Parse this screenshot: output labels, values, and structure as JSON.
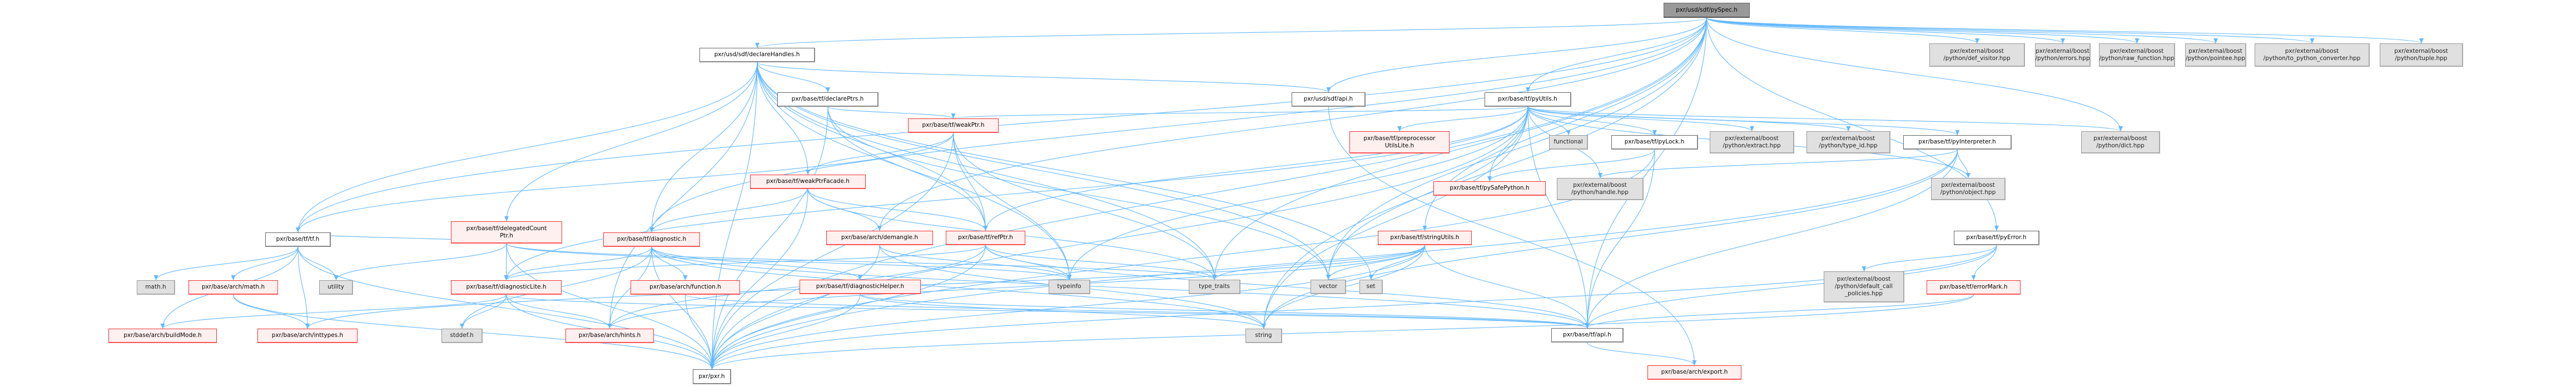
{
  "diagram": {
    "title": "pxr/usd/sdf/pySpec.h include dependency graph",
    "colors": {
      "edge": "#63b8ff",
      "root_fill": "#999999",
      "red_border": "#ff0000",
      "red_fill": "#fff0f0",
      "sys_fill": "#e0e0e0"
    },
    "nodes": [
      {
        "id": "pySpec",
        "label": "pxr/usd/sdf/pySpec.h",
        "kind": "root"
      },
      {
        "id": "declareHandles",
        "label": "pxr/usd/sdf/declareHandles.h",
        "kind": "plain"
      },
      {
        "id": "def_visitor",
        "label": "pxr/external/boost\n/python/def_visitor.hpp",
        "kind": "sys"
      },
      {
        "id": "errors",
        "label": "pxr/external/boost\n/python/errors.hpp",
        "kind": "sys"
      },
      {
        "id": "raw_function",
        "label": "pxr/external/boost\n/python/raw_function.hpp",
        "kind": "sys"
      },
      {
        "id": "pointee",
        "label": "pxr/external/boost\n/python/pointee.hpp",
        "kind": "sys"
      },
      {
        "id": "to_python_converter",
        "label": "pxr/external/boost\n/python/to_python_converter.hpp",
        "kind": "sys"
      },
      {
        "id": "tuple",
        "label": "pxr/external/boost\n/python/tuple.hpp",
        "kind": "sys"
      },
      {
        "id": "sdfApi",
        "label": "pxr/usd/sdf/api.h",
        "kind": "plain"
      },
      {
        "id": "pyUtils",
        "label": "pxr/base/tf/pyUtils.h",
        "kind": "plain"
      },
      {
        "id": "declarePtrs",
        "label": "pxr/base/tf/declarePtrs.h",
        "kind": "plain"
      },
      {
        "id": "preprocessorUtilsLite",
        "label": "pxr/base/tf/preprocessor\nUtilsLite.h",
        "kind": "red"
      },
      {
        "id": "functional",
        "label": "functional",
        "kind": "sys"
      },
      {
        "id": "pyLock",
        "label": "pxr/base/tf/pyLock.h",
        "kind": "plain"
      },
      {
        "id": "extract",
        "label": "pxr/external/boost\n/python/extract.hpp",
        "kind": "sys"
      },
      {
        "id": "type_id",
        "label": "pxr/external/boost\n/python/type_id.hpp",
        "kind": "sys"
      },
      {
        "id": "pyInterpreter",
        "label": "pxr/base/tf/pyInterpreter.h",
        "kind": "plain"
      },
      {
        "id": "dict",
        "label": "pxr/external/boost\n/python/dict.hpp",
        "kind": "sys"
      },
      {
        "id": "weakPtr",
        "label": "pxr/base/tf/weakPtr.h",
        "kind": "red"
      },
      {
        "id": "weakPtrFacade",
        "label": "pxr/base/tf/weakPtrFacade.h",
        "kind": "red"
      },
      {
        "id": "delegatedCountPtr",
        "label": "pxr/base/tf/delegatedCount\nPtr.h",
        "kind": "red"
      },
      {
        "id": "pySafePython",
        "label": "pxr/base/tf/pySafePython.h",
        "kind": "red"
      },
      {
        "id": "handle",
        "label": "pxr/external/boost\n/python/handle.hpp",
        "kind": "sys"
      },
      {
        "id": "object",
        "label": "pxr/external/boost\n/python/object.hpp",
        "kind": "sys"
      },
      {
        "id": "tf",
        "label": "pxr/base/tf/tf.h",
        "kind": "plain"
      },
      {
        "id": "diagnostic",
        "label": "pxr/base/tf/diagnostic.h",
        "kind": "red"
      },
      {
        "id": "demangle",
        "label": "pxr/base/arch/demangle.h",
        "kind": "red"
      },
      {
        "id": "refPtr",
        "label": "pxr/base/tf/refPtr.h",
        "kind": "red"
      },
      {
        "id": "stringUtils",
        "label": "pxr/base/tf/stringUtils.h",
        "kind": "red"
      },
      {
        "id": "pyError",
        "label": "pxr/base/tf/pyError.h",
        "kind": "plain"
      },
      {
        "id": "mathh",
        "label": "math.h",
        "kind": "sys"
      },
      {
        "id": "archMath",
        "label": "pxr/base/arch/math.h",
        "kind": "red"
      },
      {
        "id": "utility",
        "label": "utility",
        "kind": "sys"
      },
      {
        "id": "diagnosticLite",
        "label": "pxr/base/tf/diagnosticLite.h",
        "kind": "red"
      },
      {
        "id": "function",
        "label": "pxr/base/arch/function.h",
        "kind": "red"
      },
      {
        "id": "diagnosticHelper",
        "label": "pxr/base/tf/diagnosticHelper.h",
        "kind": "red"
      },
      {
        "id": "typeinfo",
        "label": "typeinfo",
        "kind": "sys"
      },
      {
        "id": "type_traits",
        "label": "type_traits",
        "kind": "sys"
      },
      {
        "id": "vector",
        "label": "vector",
        "kind": "sys"
      },
      {
        "id": "set",
        "label": "set",
        "kind": "sys"
      },
      {
        "id": "default_call_policies",
        "label": "pxr/external/boost\n/python/default_call\n_policies.hpp",
        "kind": "sys"
      },
      {
        "id": "errorMark",
        "label": "pxr/base/tf/errorMark.h",
        "kind": "red"
      },
      {
        "id": "buildMode",
        "label": "pxr/base/arch/buildMode.h",
        "kind": "red"
      },
      {
        "id": "inttypes",
        "label": "pxr/base/arch/inttypes.h",
        "kind": "red"
      },
      {
        "id": "stddef",
        "label": "stddef.h",
        "kind": "sys"
      },
      {
        "id": "hints",
        "label": "pxr/base/arch/hints.h",
        "kind": "red"
      },
      {
        "id": "string",
        "label": "string",
        "kind": "sys"
      },
      {
        "id": "tfApi",
        "label": "pxr/base/tf/api.h",
        "kind": "plain"
      },
      {
        "id": "pxr",
        "label": "pxr/pxr.h",
        "kind": "plain"
      },
      {
        "id": "export",
        "label": "pxr/base/arch/export.h",
        "kind": "red"
      }
    ],
    "edges": [
      [
        "pySpec",
        "declareHandles"
      ],
      [
        "pySpec",
        "def_visitor"
      ],
      [
        "pySpec",
        "errors"
      ],
      [
        "pySpec",
        "raw_function"
      ],
      [
        "pySpec",
        "pointee"
      ],
      [
        "pySpec",
        "to_python_converter"
      ],
      [
        "pySpec",
        "tuple"
      ],
      [
        "pySpec",
        "sdfApi"
      ],
      [
        "pySpec",
        "pyUtils"
      ],
      [
        "pySpec",
        "pyError"
      ],
      [
        "pySpec",
        "dict"
      ],
      [
        "pySpec",
        "tf"
      ],
      [
        "pySpec",
        "pxr"
      ],
      [
        "pySpec",
        "string"
      ],
      [
        "pySpec",
        "vector"
      ],
      [
        "pySpec",
        "type_traits"
      ],
      [
        "pySpec",
        "diagnostic"
      ],
      [
        "pySpec",
        "stringUtils"
      ],
      [
        "pySpec",
        "demangle"
      ],
      [
        "pySpec",
        "tfApi"
      ],
      [
        "declareHandles",
        "declarePtrs"
      ],
      [
        "declareHandles",
        "sdfApi"
      ],
      [
        "declareHandles",
        "weakPtrFacade"
      ],
      [
        "declareHandles",
        "delegatedCountPtr"
      ],
      [
        "declareHandles",
        "diagnostic"
      ],
      [
        "declareHandles",
        "refPtr"
      ],
      [
        "declareHandles",
        "tf"
      ],
      [
        "declareHandles",
        "pxr"
      ],
      [
        "declareHandles",
        "hints"
      ],
      [
        "declareHandles",
        "type_traits"
      ],
      [
        "declareHandles",
        "vector"
      ],
      [
        "declareHandles",
        "set"
      ],
      [
        "declareHandles",
        "typeinfo"
      ],
      [
        "declarePtrs",
        "weakPtr"
      ],
      [
        "declarePtrs",
        "refPtr"
      ],
      [
        "declarePtrs",
        "pxr"
      ],
      [
        "declarePtrs",
        "vector"
      ],
      [
        "weakPtr",
        "weakPtrFacade"
      ],
      [
        "weakPtr",
        "refPtr"
      ],
      [
        "weakPtr",
        "tf"
      ],
      [
        "weakPtr",
        "typeinfo"
      ],
      [
        "weakPtr",
        "type_traits"
      ],
      [
        "weakPtr",
        "pxr"
      ],
      [
        "weakPtrFacade",
        "diagnostic"
      ],
      [
        "weakPtrFacade",
        "refPtr"
      ],
      [
        "weakPtrFacade",
        "demangle"
      ],
      [
        "weakPtrFacade",
        "type_traits"
      ],
      [
        "weakPtrFacade",
        "pxr"
      ],
      [
        "delegatedCountPtr",
        "tf"
      ],
      [
        "delegatedCountPtr",
        "diagnosticLite"
      ],
      [
        "delegatedCountPtr",
        "utility"
      ],
      [
        "delegatedCountPtr",
        "type_traits"
      ],
      [
        "delegatedCountPtr",
        "pxr"
      ],
      [
        "delegatedCountPtr",
        "typeinfo"
      ],
      [
        "pyUtils",
        "preprocessorUtilsLite"
      ],
      [
        "pyUtils",
        "functional"
      ],
      [
        "pyUtils",
        "pyLock"
      ],
      [
        "pyUtils",
        "extract"
      ],
      [
        "pyUtils",
        "type_id"
      ],
      [
        "pyUtils",
        "pyInterpreter"
      ],
      [
        "pyUtils",
        "dict"
      ],
      [
        "pyUtils",
        "pySafePython"
      ],
      [
        "pyUtils",
        "handle"
      ],
      [
        "pyUtils",
        "object"
      ],
      [
        "pyUtils",
        "weakPtr"
      ],
      [
        "pyUtils",
        "refPtr"
      ],
      [
        "pyUtils",
        "diagnosticLite"
      ],
      [
        "pyUtils",
        "tfApi"
      ],
      [
        "pyUtils",
        "string"
      ],
      [
        "pyUtils",
        "typeinfo"
      ],
      [
        "pyUtils",
        "vector"
      ],
      [
        "pyUtils",
        "pxr"
      ],
      [
        "pyLock",
        "pySafePython"
      ],
      [
        "pyLock",
        "tfApi"
      ],
      [
        "pyLock",
        "pxr"
      ],
      [
        "pyInterpreter",
        "handle"
      ],
      [
        "pyInterpreter",
        "object"
      ],
      [
        "pyInterpreter",
        "tfApi"
      ],
      [
        "pyInterpreter",
        "string"
      ],
      [
        "pyInterpreter",
        "pxr"
      ],
      [
        "sdfApi",
        "export"
      ],
      [
        "tf",
        "mathh"
      ],
      [
        "tf",
        "archMath"
      ],
      [
        "tf",
        "utility"
      ],
      [
        "tf",
        "buildMode"
      ],
      [
        "tf",
        "inttypes"
      ],
      [
        "tf",
        "pxr"
      ],
      [
        "archMath",
        "inttypes"
      ],
      [
        "archMath",
        "pxr"
      ],
      [
        "diagnostic",
        "diagnosticLite"
      ],
      [
        "diagnostic",
        "function"
      ],
      [
        "diagnostic",
        "diagnosticHelper"
      ],
      [
        "diagnostic",
        "hints"
      ],
      [
        "diagnostic",
        "tfApi"
      ],
      [
        "diagnostic",
        "stddef"
      ],
      [
        "diagnostic",
        "string"
      ],
      [
        "diagnostic",
        "pxr"
      ],
      [
        "diagnosticLite",
        "buildMode"
      ],
      [
        "diagnosticLite",
        "stddef"
      ],
      [
        "diagnosticLite",
        "hints"
      ],
      [
        "diagnosticLite",
        "tfApi"
      ],
      [
        "diagnosticLite",
        "pxr"
      ],
      [
        "function",
        "pxr"
      ],
      [
        "function",
        "tfApi"
      ],
      [
        "diagnosticHelper",
        "tfApi"
      ],
      [
        "diagnosticHelper",
        "string"
      ],
      [
        "diagnosticHelper",
        "pxr"
      ],
      [
        "demangle",
        "typeinfo"
      ],
      [
        "demangle",
        "string"
      ],
      [
        "demangle",
        "pxr"
      ],
      [
        "refPtr",
        "typeinfo"
      ],
      [
        "refPtr",
        "type_traits"
      ],
      [
        "refPtr",
        "diagnosticLite"
      ],
      [
        "refPtr",
        "hints"
      ],
      [
        "refPtr",
        "tfApi"
      ],
      [
        "refPtr",
        "pxr"
      ],
      [
        "stringUtils",
        "vector"
      ],
      [
        "stringUtils",
        "set"
      ],
      [
        "stringUtils",
        "type_traits"
      ],
      [
        "stringUtils",
        "string"
      ],
      [
        "stringUtils",
        "tfApi"
      ],
      [
        "stringUtils",
        "inttypes"
      ],
      [
        "stringUtils",
        "hints"
      ],
      [
        "stringUtils",
        "pxr"
      ],
      [
        "pyError",
        "default_call_policies"
      ],
      [
        "pyError",
        "errorMark"
      ],
      [
        "pyError",
        "tfApi"
      ],
      [
        "pyError",
        "pxr"
      ],
      [
        "errorMark",
        "tfApi"
      ],
      [
        "errorMark",
        "pxr"
      ],
      [
        "tfApi",
        "export"
      ]
    ]
  }
}
